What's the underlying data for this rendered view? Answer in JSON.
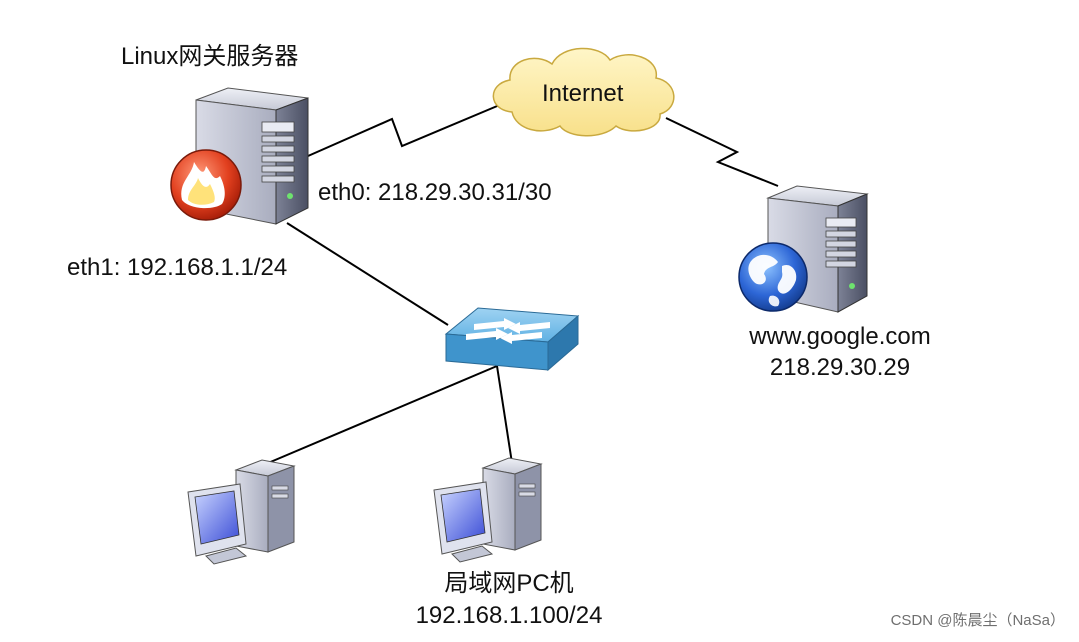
{
  "gateway": {
    "title": "Linux网关服务器",
    "eth0": "eth0: 218.29.30.31/30",
    "eth1": "eth1: 192.168.1.1/24"
  },
  "internet": {
    "label": "Internet"
  },
  "google": {
    "host": "www.google.com",
    "ip": "218.29.30.29"
  },
  "lan": {
    "title": "局域网PC机",
    "ip": "192.168.1.100/24"
  },
  "watermark": "CSDN @陈晨尘（NaSa）",
  "icons": [
    "firewall-server-icon",
    "cloud-icon",
    "web-server-icon",
    "switch-icon",
    "pc-icon"
  ]
}
